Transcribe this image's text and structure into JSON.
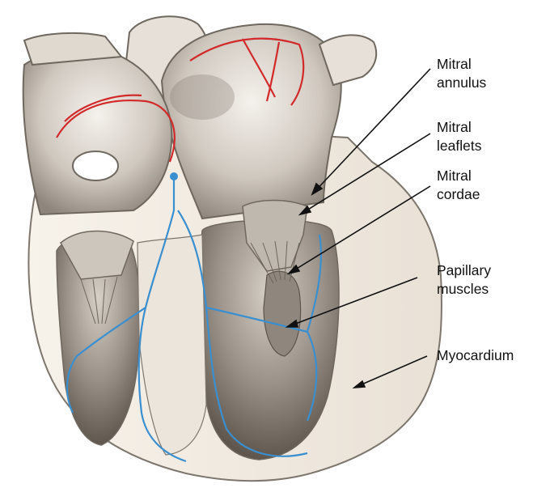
{
  "diagram": {
    "labels": {
      "mitral_annulus": "Mitral\nannulus",
      "mitral_leaflets": "Mitral\nleaflets",
      "mitral_cordae": "Mitral\ncordae",
      "papillary_muscles": "Papillary\nmuscles",
      "myocardium": "Myocardium"
    },
    "colors": {
      "coronary_artery": "#d22a2a",
      "conduction_system": "#3a8fd0",
      "tissue_shadow": "#8d877f",
      "myocardium": "#f1ebe3"
    }
  }
}
